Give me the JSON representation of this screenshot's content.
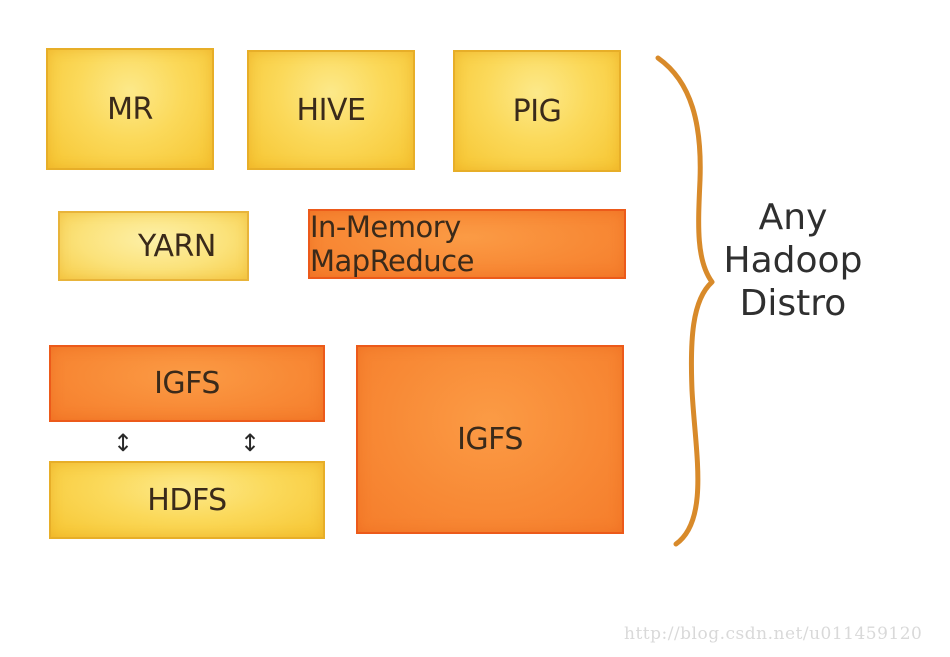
{
  "blocks": {
    "mr": "MR",
    "hive": "HIVE",
    "pig": "PIG",
    "yarn": "YARN",
    "in_memory_mapreduce": "In-Memory MapReduce",
    "igfs_left": "IGFS",
    "hdfs": "HDFS",
    "igfs_right": "IGFS"
  },
  "arrows": {
    "glyph": "↕"
  },
  "brace_label": {
    "line1": "Any",
    "line2": "Hadoop",
    "line3": "Distro"
  },
  "watermark": "http://blog.csdn.net/u011459120",
  "colors": {
    "yellow": "#fbd95a",
    "orange": "#f88a36",
    "orange_border": "#ec5a1a",
    "brace": "#d88a2a"
  },
  "icons": [
    "double-arrow-icon",
    "curly-brace-icon"
  ]
}
